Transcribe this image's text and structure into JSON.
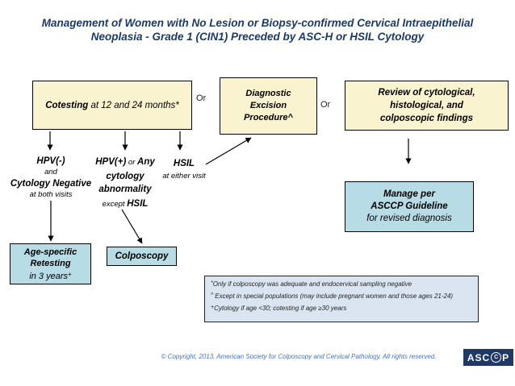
{
  "title": {
    "line1": "Management of Women with No Lesion or Biopsy-confirmed Cervical Intraepithelial",
    "line2": "Neoplasia - Grade 1 (CIN1) Preceded by ASC-H or HSIL Cytology"
  },
  "colors": {
    "title_text": "#1B3A66",
    "yellow_box": "#FAF3D0",
    "blue_box": "#B8DCE6",
    "footnote_box": "#DBE5F1",
    "copyright_text": "#4472C4",
    "logo_bg": "#203864"
  },
  "top_row": {
    "cotesting": {
      "bold": "Cotesting",
      "rest": " at 12 and 24 months*"
    },
    "or_1": "Or",
    "diagnostic": [
      "Diagnostic",
      "Excision",
      "Procedure^"
    ],
    "or_2": "Or",
    "review": [
      "Review  of cytological,",
      "histological, and",
      "colposcopic findings"
    ]
  },
  "outcomes": {
    "hpv_negative": {
      "line1": "HPV(-)",
      "line2": "and",
      "line3": "Cytology Negative",
      "line4": "at both visits"
    },
    "hpv_positive": {
      "line1_bold1": "HPV(+)",
      "line1_mid": " or ",
      "line1_bold2": "Any",
      "line2": "cytology",
      "line3": "abnormality",
      "line4_pre": "except ",
      "line4_bold": "HSIL"
    },
    "hsil": {
      "line1": "HSIL",
      "line2": "at either visit"
    }
  },
  "action_boxes": {
    "age_specific": {
      "line1": "Age-specific",
      "line2": "Retesting",
      "line3": "in 3 years",
      "line3_sup": "+"
    },
    "colposcopy": "Colposcopy",
    "manage": {
      "line1": "Manage per",
      "line2": "ASCCP Guideline",
      "line3": "for revised diagnosis"
    }
  },
  "footnotes": [
    {
      "sup": "*",
      "text": "Only if colposcopy was adequate and endocervical sampling negative"
    },
    {
      "sup": "^ ",
      "text": "Except in special populations (may include pregnant women and those ages 21-24)"
    },
    {
      "sup": "+",
      "text": "Cytology if age <30; cotesting if age ≥30 years"
    }
  ],
  "copyright": "© Copyright, 2013, American Society for Colposcopy and Cervical Pathology.  All rights reserved.",
  "logo": {
    "prefix": "ASC",
    "ring_letter": "C",
    "suffix": "P"
  }
}
